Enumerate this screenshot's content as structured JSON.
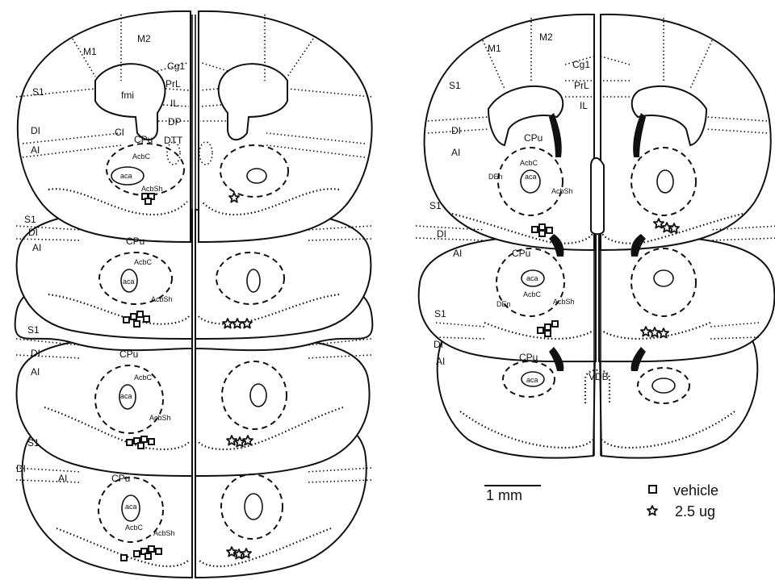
{
  "labels": {
    "M1": "M1",
    "M2": "M2",
    "Cg1": "Cg1",
    "PrL": "PrL",
    "IL": "IL",
    "fmi": "fmi",
    "S1": "S1",
    "DI": "DI",
    "AI": "AI",
    "CI": "CI",
    "DP": "DP",
    "DTT": "DTT",
    "CPu": "CPu",
    "AcbC": "AcbC",
    "AcbSh": "AcbSh",
    "aca": "aca",
    "DEn": "DEn",
    "VDB": "VDB"
  },
  "scale_bar": "1 mm",
  "legend": [
    {
      "marker": "square",
      "label": "vehicle"
    },
    {
      "marker": "star",
      "label": "2.5 ug"
    }
  ]
}
